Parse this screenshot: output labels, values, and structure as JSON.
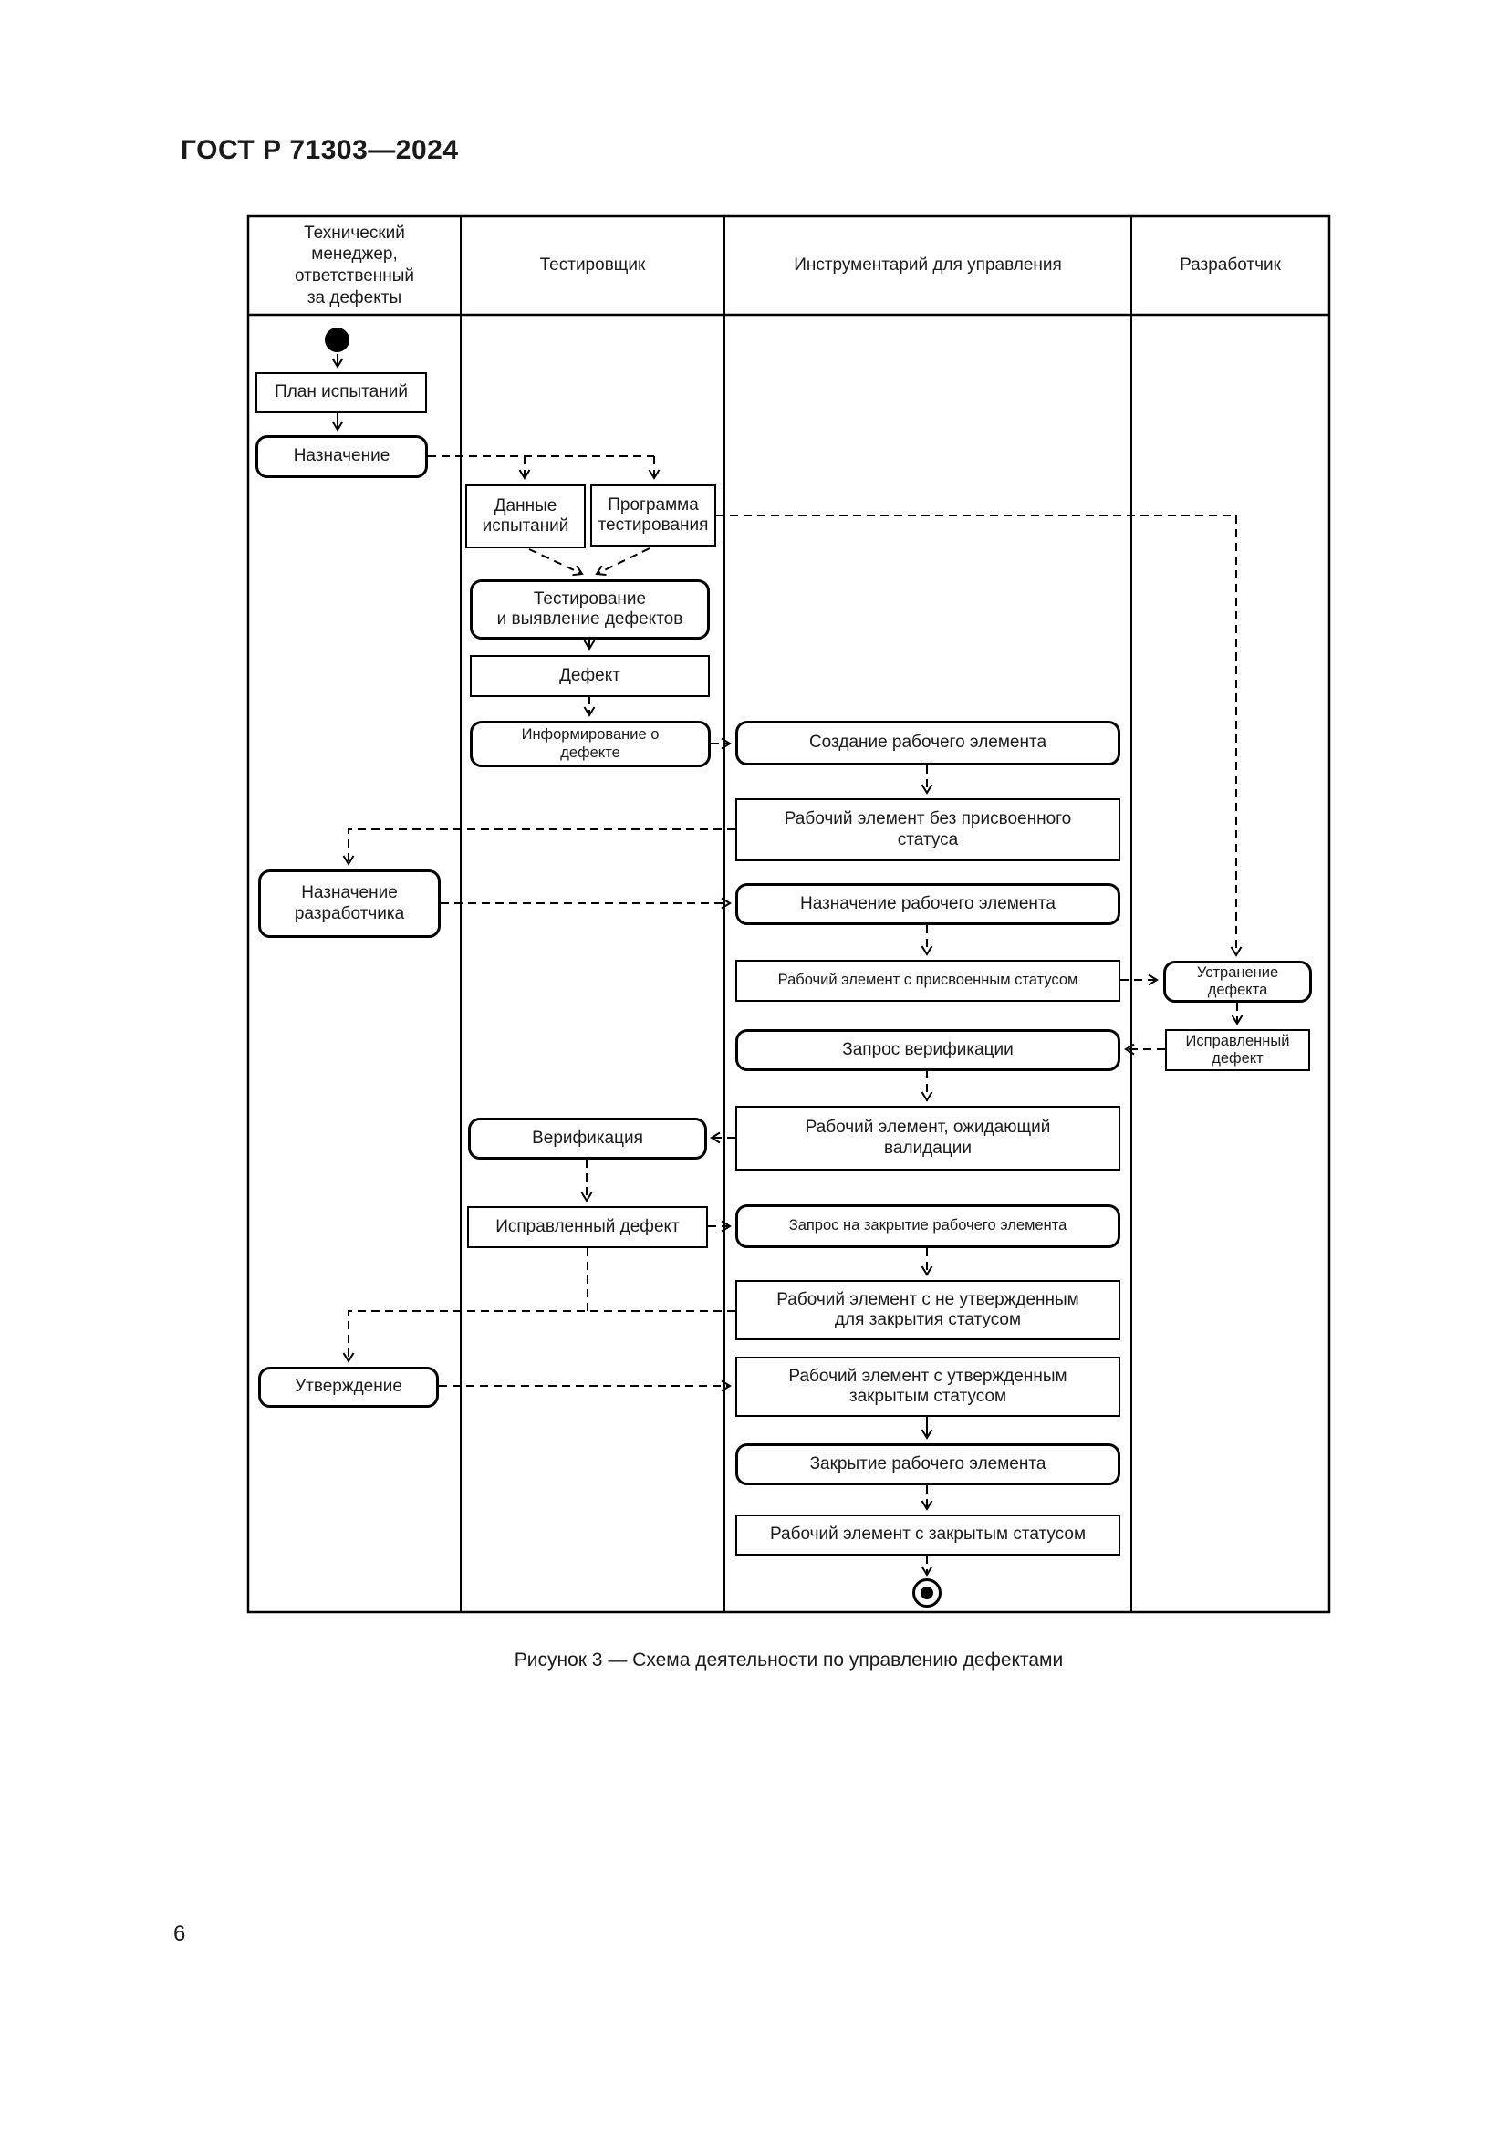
{
  "document": {
    "standard_number": "ГОСТ Р 71303—2024",
    "figure_caption": "Рисунок 3 — Схема деятельности по управлению дефектами",
    "page_number": "6"
  },
  "diagram": {
    "lanes": [
      {
        "label": "Технический\nменеджер,\nответственный\nза дефекты"
      },
      {
        "label": "Тестировщик"
      },
      {
        "label": "Инструментарий для управления"
      },
      {
        "label": "Разработчик"
      }
    ],
    "nodes": {
      "test_plan": "План испытаний",
      "assignment": "Назначение",
      "test_data": "Данные\nиспытаний",
      "test_program": "Программа\nтестирования",
      "testing": "Тестирование\nи выявление дефектов",
      "defect": "Дефект",
      "defect_reporting": "Информирование о\nдефекте",
      "work_item_creation": "Создание рабочего элемента",
      "work_item_no_status": "Рабочий элемент без присвоенного\nстатуса",
      "developer_assignment": "Назначение\nразработчика",
      "work_item_assignment": "Назначение рабочего элемента",
      "work_item_with_status": "Рабочий элемент с присвоенным статусом",
      "defect_fixing": "Устранение\nдефекта",
      "fixed_defect_developer": "Исправленный\nдефект",
      "verification_request": "Запрос верификации",
      "work_item_awaiting_validation": "Рабочий элемент, ожидающий\nвалидации",
      "verification": "Верификация",
      "fixed_defect_tester": "Исправленный дефект",
      "work_item_close_request": "Запрос на закрытие рабочего элемента",
      "work_item_not_approved": "Рабочий элемент с не утвержденным\nдля закрытия статусом",
      "work_item_approved": "Рабочий элемент с утвержденным\nзакрытым статусом",
      "work_item_closing": "Закрытие рабочего элемента",
      "work_item_closed": "Рабочий элемент с закрытым статусом"
    },
    "colors": {
      "ink": "#000000",
      "paper": "#ffffff"
    }
  }
}
